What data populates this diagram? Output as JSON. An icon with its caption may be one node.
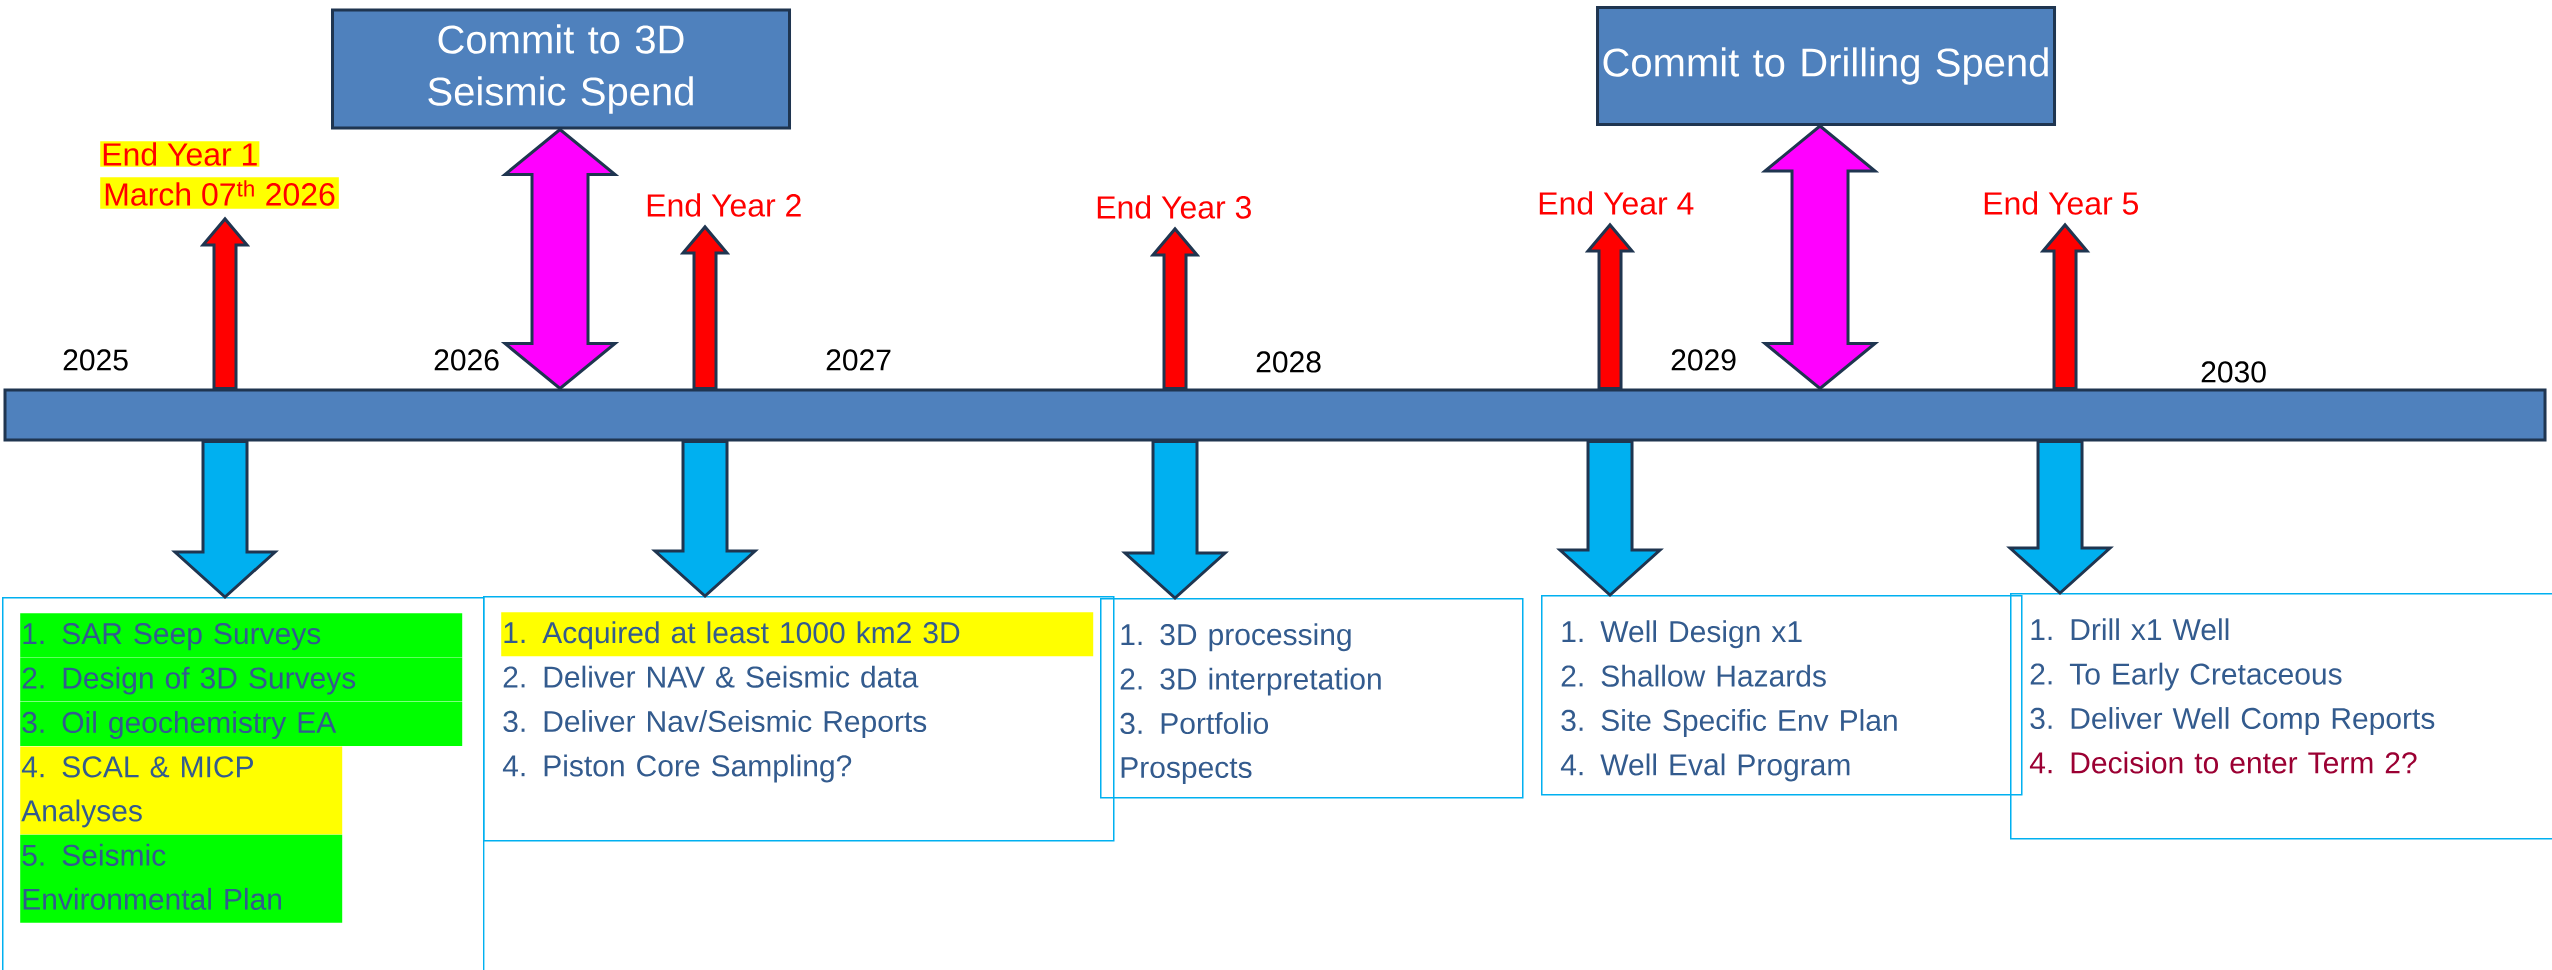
{
  "diagram": {
    "nodes": [
      {
        "text": [
          "Commit to 3D Seismic Spend"
        ]
      },
      {
        "text": [
          "Commit to Drilling Spend"
        ]
      },
      {
        "text": [],
        "shape": "bar",
        "beside": [
          "2025",
          "2026",
          "2027",
          "2028",
          "2029",
          "2030"
        ]
      },
      {
        "text": [
          "End Year 1",
          "March 07$^{th}$ 2026"
        ]
      },
      {
        "text": [
          "End Year 2"
        ]
      },
      {
        "text": [
          "End Year 3"
        ]
      },
      {
        "text": [
          "End Year 4"
        ]
      },
      {
        "text": [
          "End Year 5"
        ]
      },
      {
        "text": [
          "1. SAR Seep Surveys",
          "2. Design of 3D Surveys",
          "3. Oil geochemistry EA",
          "4. SCAL & MICP Analyses",
          "5. Seismic Environmental Plan"
        ]
      },
      {
        "text": [
          "1. Acquired at least 1000 km2 3D",
          "2. Deliver NAV & Seismic data",
          "3. Deliver Nav/Seismic Reports",
          "4. Piston Core Sampling?"
        ]
      },
      {
        "text": [
          "1. 3D processing",
          "2. 3D interpretation",
          "3. Portfolio Prospects"
        ]
      },
      {
        "text": [
          "1. Well Design x1",
          "2. Shallow Hazards",
          "3. Site Specific Env Plan",
          "4. Well Eval Program"
        ]
      },
      {
        "text": [
          "1. Drill x1 Well",
          "2. To  Early Cretaceous",
          "3. Deliver Well Comp Reports",
          "4. Decision to enter Term 2?"
        ]
      }
    ],
    "edges": [
      {
        "from": 2,
        "to": 3,
        "arrow": "to",
        "color": "#ff0000"
      },
      {
        "from": 2,
        "to": 4,
        "arrow": "to",
        "color": "#ff0000"
      },
      {
        "from": 2,
        "to": 5,
        "arrow": "to",
        "color": "#ff0000"
      },
      {
        "from": 2,
        "to": 6,
        "arrow": "to",
        "color": "#ff0000"
      },
      {
        "from": 2,
        "to": 7,
        "arrow": "to",
        "color": "#ff0000"
      },
      {
        "from": 0,
        "to": 2,
        "arrow": "both",
        "color": "#ff00ff"
      },
      {
        "from": 1,
        "to": 2,
        "arrow": "both",
        "color": "#ff00ff"
      },
      {
        "from": 2,
        "to": 8,
        "arrow": "to",
        "color": "#00b0f0"
      },
      {
        "from": 2,
        "to": 9,
        "arrow": "to",
        "color": "#00b0f0"
      },
      {
        "from": 2,
        "to": 10,
        "arrow": "to",
        "color": "#00b0f0"
      },
      {
        "from": 2,
        "to": 11,
        "arrow": "to",
        "color": "#00b0f0"
      },
      {
        "from": 2,
        "to": 12,
        "arrow": "to",
        "color": "#00b0f0"
      }
    ]
  }
}
